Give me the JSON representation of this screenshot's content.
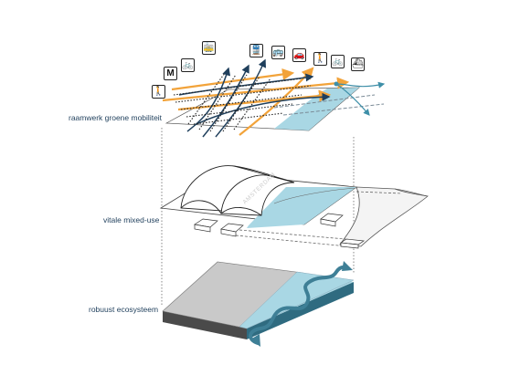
{
  "layers": {
    "top_label": "raamwerk groene mobiliteit",
    "middle_label": "vitale mixed-use",
    "bottom_label": "robuust ecosysteem"
  },
  "middle_layer": {
    "roof_text": "AMSTERDAM"
  },
  "mobility_icons": [
    {
      "name": "walk-icon",
      "glyph": "🚶"
    },
    {
      "name": "metro-icon",
      "glyph": "M"
    },
    {
      "name": "bicycle-icon",
      "glyph": "🚲"
    },
    {
      "name": "tram-icon",
      "glyph": "🚋"
    },
    {
      "name": "train-icon",
      "glyph": "🚆"
    },
    {
      "name": "bus-icon",
      "glyph": "🚌"
    },
    {
      "name": "car-icon",
      "glyph": "🚗"
    },
    {
      "name": "pedestrian-icon",
      "glyph": "🚶"
    },
    {
      "name": "cyclist-icon",
      "glyph": "🚲"
    },
    {
      "name": "ferry-icon",
      "glyph": "⛴"
    }
  ],
  "colors": {
    "orange": "#f2a33a",
    "navy": "#1f3f5c",
    "teal": "#3e8fa8",
    "water": "#a9d7e4",
    "grey_top": "#c9c9c9",
    "grey_side": "#4a4a4a"
  }
}
